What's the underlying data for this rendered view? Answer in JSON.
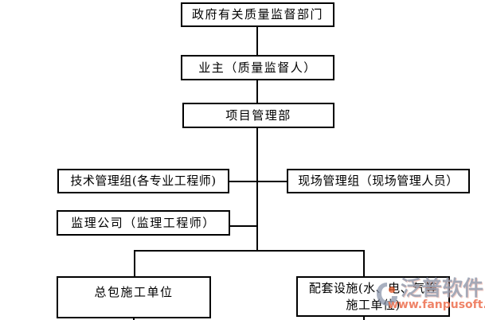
{
  "diagram": {
    "type": "org-flowchart",
    "nodes": [
      {
        "id": "gov",
        "label": "政府有关质量监督部门"
      },
      {
        "id": "owner",
        "label": "业主（质量监督人）"
      },
      {
        "id": "pm",
        "label": "项目管理部"
      },
      {
        "id": "tech",
        "label": "技术管理组(各专业工程师)"
      },
      {
        "id": "site",
        "label": "现场管理组（现场管理人员）"
      },
      {
        "id": "supervision",
        "label": "监理公司（监理工程师）"
      },
      {
        "id": "contractor",
        "label": "总包施工单位"
      },
      {
        "id": "facilities",
        "label": "配套设施(水、电、气等施工单位)"
      }
    ],
    "edges": [
      [
        "gov",
        "owner"
      ],
      [
        "owner",
        "pm"
      ],
      [
        "pm",
        "tech"
      ],
      [
        "pm",
        "site"
      ],
      [
        "pm",
        "supervision"
      ],
      [
        "pm",
        "contractor"
      ],
      [
        "pm",
        "facilities"
      ]
    ]
  },
  "watermark": {
    "brand": "泛普软件",
    "url": "www.fanpusoft.com",
    "brand_color": "#98a0b2",
    "url_color": "#ee785a",
    "logo_color": "#8d98ad",
    "logo_accent": "#e05a2b"
  },
  "colors": {
    "background": "#ffffff",
    "box_border": "#000000",
    "line": "#000000",
    "text": "#000000"
  }
}
